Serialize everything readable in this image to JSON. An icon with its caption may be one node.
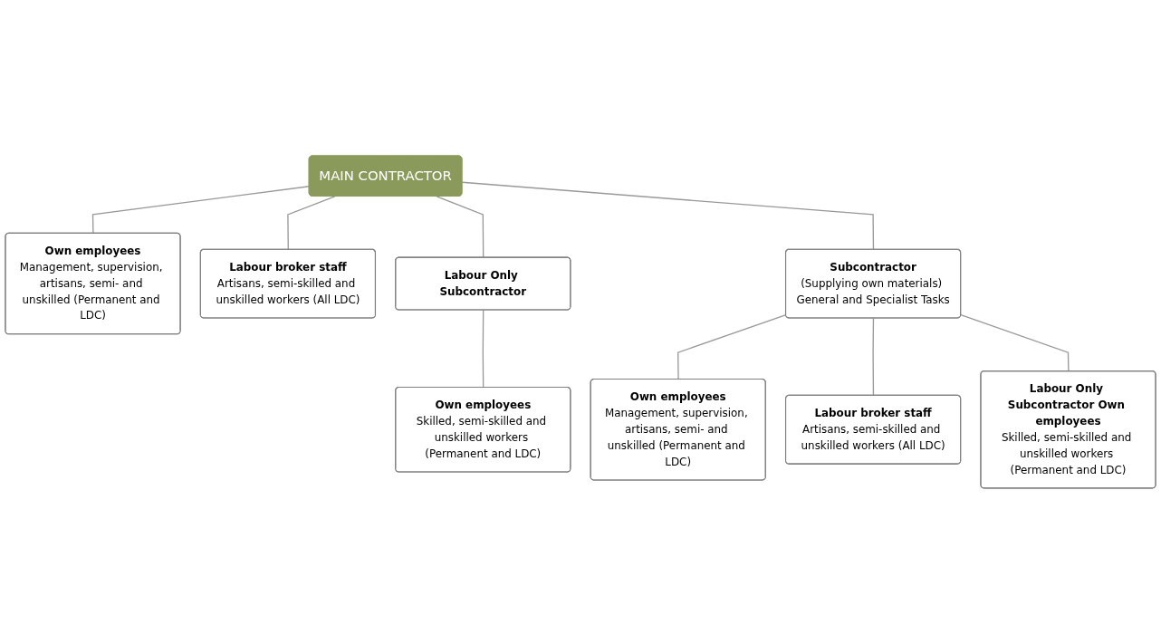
{
  "diagram": {
    "nodes": [
      {
        "text": [
          "MAIN CONTRACTOR"
        ]
      },
      {
        "text": [
          "Own employees",
          "Management, supervision, artisans, semi- and unskilled (Permanent and LDC)"
        ]
      },
      {
        "text": [
          "Labour broker staff",
          "Artisans, semi-skilled and unskilled workers (All LDC)"
        ]
      },
      {
        "text": [
          "Labour Only Subcontractor"
        ]
      },
      {
        "text": [
          "Subcontractor",
          "(Supplying own materials) General and Specialist Tasks"
        ]
      },
      {
        "text": [
          "Own employees",
          "Skilled, semi-skilled and unskilled workers (Permanent and LDC)"
        ]
      },
      {
        "text": [
          "Own employees",
          "Management, supervision, artisans, semi- and unskilled (Permanent and LDC)"
        ]
      },
      {
        "text": [
          "Labour broker staff",
          "Artisans, semi-skilled and unskilled workers (All LDC)"
        ]
      },
      {
        "text": [
          "Labour Only Subcontractor Own employees",
          "Skilled, semi-skilled and unskilled workers (Permanent and LDC)"
        ]
      }
    ],
    "edges": [
      {
        "from": 0,
        "to": 1,
        "arrow": "none"
      },
      {
        "from": 0,
        "to": 2,
        "arrow": "none"
      },
      {
        "from": 0,
        "to": 3,
        "arrow": "none"
      },
      {
        "from": 0,
        "to": 4,
        "arrow": "none"
      },
      {
        "from": 3,
        "to": 5,
        "arrow": "none"
      },
      {
        "from": 4,
        "to": 6,
        "arrow": "none"
      },
      {
        "from": 4,
        "to": 7,
        "arrow": "none"
      },
      {
        "from": 4,
        "to": 8,
        "arrow": "none"
      }
    ]
  }
}
